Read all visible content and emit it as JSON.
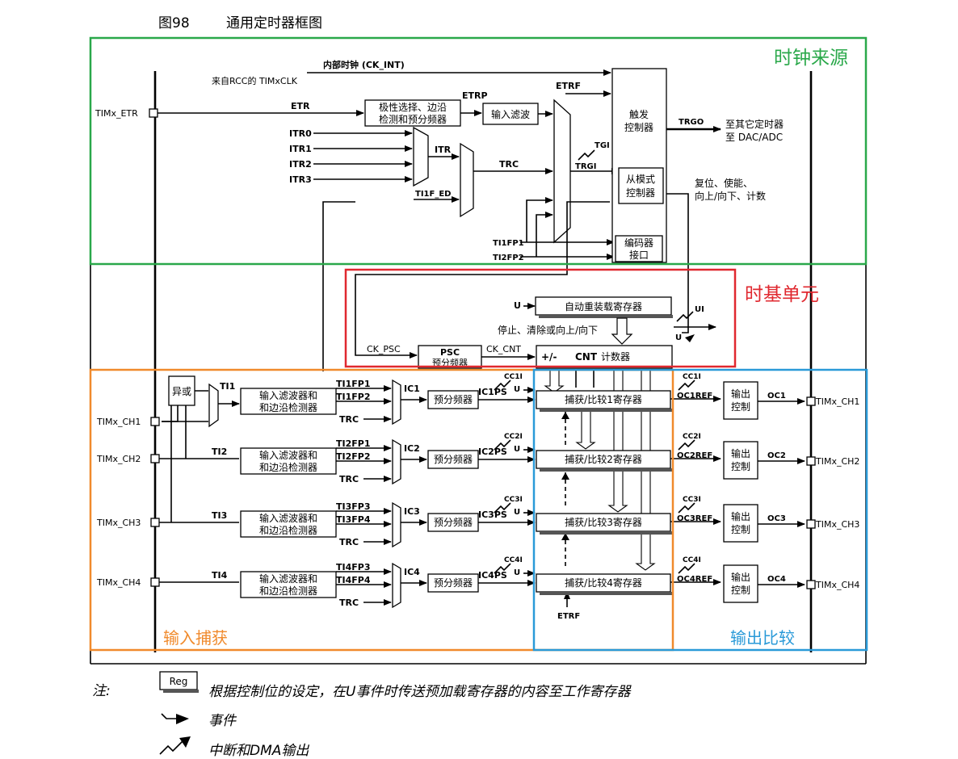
{
  "header": {
    "fig_no": "图98",
    "title": "通用定时器框图"
  },
  "regions": {
    "clock": "时钟来源",
    "timebase": "时基单元",
    "input": "输入捕获",
    "output": "输出比较"
  },
  "colors": {
    "clock": "#2aa84a",
    "timebase": "#e0282f",
    "input": "#f08a2c",
    "output": "#2a9ad8"
  },
  "clock": {
    "ck_int": "内部时钟 (CK_INT)",
    "rcc": "来自RCC的 TIMxCLK",
    "etr_pin": "TIMx_ETR",
    "etr": "ETR",
    "polarity1": "极性选择、边沿",
    "polarity2": "检测和预分频器",
    "etrp": "ETRP",
    "input_filter": "输入滤波",
    "etrf": "ETRF",
    "itr0": "ITR0",
    "itr1": "ITR1",
    "itr2": "ITR2",
    "itr3": "ITR3",
    "itr": "ITR",
    "trc": "TRC",
    "ti1f_ed": "TI1F_ED",
    "tgi": "TGI",
    "trgi": "TRGI",
    "ti1fp1": "TI1FP1",
    "ti2fp2": "TI2FP2",
    "trig1": "触发",
    "trig2": "控制器",
    "slave1": "从模式",
    "slave2": "控制器",
    "enc1": "编码器",
    "enc2": "接口",
    "trgo": "TRGO",
    "other1": "至其它定时器",
    "other2": "至 DAC/ADC",
    "reset1": "复位、使能、",
    "reset2": "向上/向下、计数"
  },
  "timebase": {
    "u": "U",
    "arr": "自动重装载寄存器",
    "ui": "UI",
    "stop": "停止、清除或向上/向下",
    "ck_psc": "CK_PSC",
    "psc1": "PSC",
    "psc2": "预分频器",
    "ck_cnt": "CK_CNT",
    "cnt_sign": "+/-",
    "cnt1": "CNT",
    "cnt2": "计数器"
  },
  "input": {
    "xor": "异或",
    "filter1": "输入滤波器和",
    "filter2": "和边沿检测器",
    "prescaler": "预分频器",
    "trc": "TRC"
  },
  "channels": [
    {
      "pin": "TIMx_CH1",
      "ti": "TI1",
      "fpa": "TI1FP1",
      "fpb": "TI1FP2",
      "ic": "IC1",
      "ps": "IC1PS",
      "cci": "CC1I",
      "u": "U",
      "reg": "捕获/比较1寄存器",
      "ref": "OC1REF",
      "out1": "输出",
      "out2": "控制",
      "oc": "OC1"
    },
    {
      "pin": "TIMx_CH2",
      "ti": "TI2",
      "fpa": "TI2FP1",
      "fpb": "TI2FP2",
      "ic": "IC2",
      "ps": "IC2PS",
      "cci": "CC2I",
      "u": "U",
      "reg": "捕获/比较2寄存器",
      "ref": "OC2REF",
      "out1": "输出",
      "out2": "控制",
      "oc": "OC2"
    },
    {
      "pin": "TIMx_CH3",
      "ti": "TI3",
      "fpa": "TI3FP3",
      "fpb": "TI3FP4",
      "ic": "IC3",
      "ps": "IC3PS",
      "cci": "CC3I",
      "u": "U",
      "reg": "捕获/比较3寄存器",
      "ref": "OC3REF",
      "out1": "输出",
      "out2": "控制",
      "oc": "OC3"
    },
    {
      "pin": "TIMx_CH4",
      "ti": "TI4",
      "fpa": "TI4FP3",
      "fpb": "TI4FP4",
      "ic": "IC4",
      "ps": "IC4PS",
      "cci": "CC4I",
      "u": "U",
      "reg": "捕获/比较4寄存器",
      "ref": "OC4REF",
      "out1": "输出",
      "out2": "控制",
      "oc": "OC4"
    }
  ],
  "etrf_bottom": "ETRF",
  "notes": {
    "label": "注:",
    "reg": "Reg",
    "reg_text": "根据控制位的设定，在U事件时传送预加载寄存器的内容至工作寄存器",
    "event": "事件",
    "irq": "中断和DMA输出"
  }
}
